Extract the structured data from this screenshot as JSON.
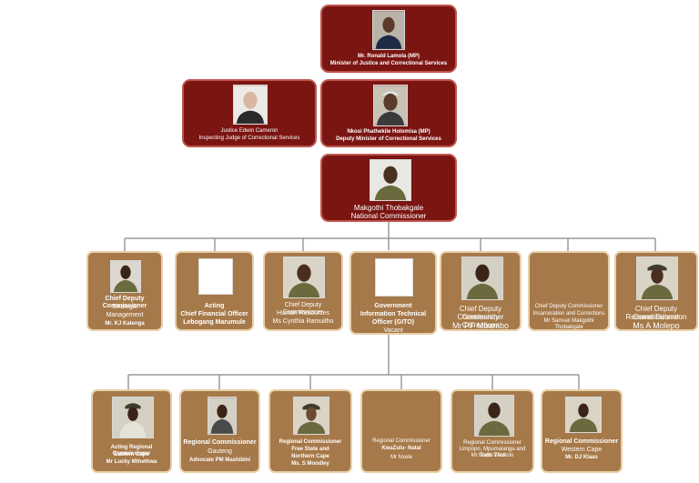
{
  "minister": {
    "name": "Mr. Ronald Lamola (MP)",
    "title": "Minister of Justice and Correctional Services"
  },
  "judge": {
    "name": "Justice Edwin Cameron",
    "title": "Inspecting Judge of Correctional Services"
  },
  "deputy": {
    "name": "Nkosi Phathekile Holomisa (MP)",
    "title": "Deputy Minister of Correctional Services"
  },
  "commissioner": {
    "name": "Makgothi Thobakgale",
    "title": "National Commissioner"
  },
  "chiefs": [
    {
      "title": "Chief Deputy Commissioner",
      "unit1": "Strategic",
      "unit2": "Management",
      "name": "Mr. KJ Katenga"
    },
    {
      "title": "Acting",
      "unit1": "Chief Financial Officer",
      "name": "Lebogang Marumule"
    },
    {
      "title": "Chief Deputy Commissioner",
      "unit1": "Human Resources",
      "name": "Ms Cynthia Ramuitho"
    },
    {
      "title": "Government",
      "unit1": "Information Technical",
      "unit2": "Officer (GITO)",
      "name": "Vacant"
    },
    {
      "title": "Chief Deputy Commissioner",
      "unit1": "Community Corrections",
      "name": "Mr PF Mbambo"
    },
    {
      "title": "Chief Deputy Commissioner",
      "unit1": "Incarceration and Corrections",
      "name": "Mr Samuel Makgothi Thobakgale"
    },
    {
      "title": "Chief Deputy Commissioner",
      "unit1": "Remand Detention",
      "name": "Ms A Molepo"
    }
  ],
  "regions": [
    {
      "title": "Acting Regional Commissioner",
      "region": "Eastern Cape",
      "name": "Mr Lucky Mthethwa"
    },
    {
      "title": "Regional Commissioner",
      "region": "Gauteng",
      "name": "Advocate PM Mashibini"
    },
    {
      "title": "Regional Commissioner",
      "region": "Free State and",
      "region2": "Northern Cape",
      "name": "Ms. S Moodley"
    },
    {
      "title": "Regional Commissioner",
      "region": "KwaZulu- Natal",
      "name": "Mr Nxele"
    },
    {
      "title": "Regional Commissioner",
      "region": "Limpopo, Mpumalanga and North West",
      "name": "Mr Tlabo Thokolo"
    },
    {
      "title": "Regional Commissioner",
      "region": "Western Cape",
      "name": "Mr. DJ Klaas"
    }
  ],
  "colors": {
    "senior": "#7a1512",
    "management": "#a6794a",
    "connector": "#9a9a9a"
  }
}
